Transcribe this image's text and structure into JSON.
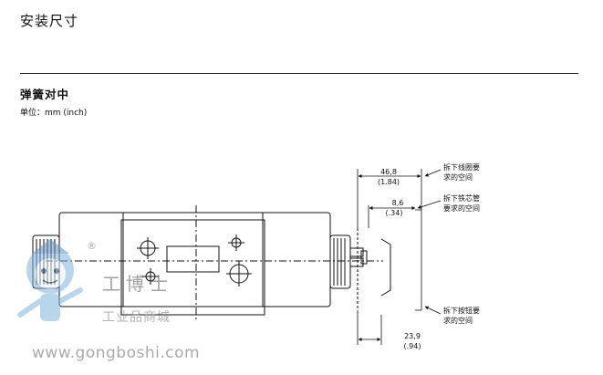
{
  "header": {
    "title": "安装尺寸"
  },
  "section": {
    "title": "弹簧对中",
    "unit_note": "单位：mm (inch)"
  },
  "dimensions": {
    "coil_removal_mm": "46,8",
    "coil_removal_in": "(1.84)",
    "core_removal_mm": "8,6",
    "core_removal_in": "(.34)",
    "button_removal_mm": "23,9",
    "button_removal_in": "(.94)"
  },
  "notes": {
    "coil_line1": "拆下线圈要",
    "coil_line2": "求的空间",
    "core_line1": "拆下铁芯管",
    "core_line2": "要求的空间",
    "button_line1": "拆下按钮要",
    "button_line2": "求的空间"
  },
  "watermark": {
    "brand_cn": "工博士",
    "registered": "®",
    "tagline": "工业品商城",
    "url": "www.gongboshi.com"
  }
}
